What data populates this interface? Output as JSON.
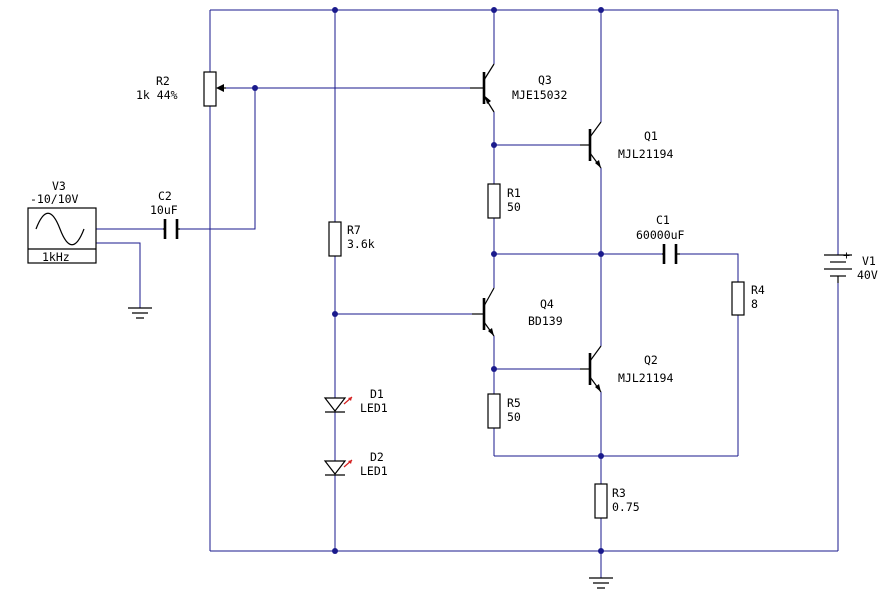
{
  "components": {
    "V3": {
      "ref": "V3",
      "value": "-10/10V",
      "freq": "1kHz"
    },
    "C2": {
      "ref": "C2",
      "value": "10uF"
    },
    "R2": {
      "ref": "R2",
      "value": "1k 44%"
    },
    "R7": {
      "ref": "R7",
      "value": "3.6k"
    },
    "D1": {
      "ref": "D1",
      "value": "LED1"
    },
    "D2": {
      "ref": "D2",
      "value": "LED1"
    },
    "Q3": {
      "ref": "Q3",
      "value": "MJE15032"
    },
    "Q1": {
      "ref": "Q1",
      "value": "MJL21194"
    },
    "R1": {
      "ref": "R1",
      "value": "50"
    },
    "Q4": {
      "ref": "Q4",
      "value": "BD139"
    },
    "Q2": {
      "ref": "Q2",
      "value": "MJL21194"
    },
    "R5": {
      "ref": "R5",
      "value": "50"
    },
    "C1": {
      "ref": "C1",
      "value": "60000uF"
    },
    "R4": {
      "ref": "R4",
      "value": "8"
    },
    "R3": {
      "ref": "R3",
      "value": "0.75"
    },
    "V1": {
      "ref": "V1",
      "value": "40V",
      "plus": "+"
    }
  },
  "colors": {
    "wire": "#1a1a8c",
    "component": "#000000",
    "led_arrow": "#d42020"
  }
}
